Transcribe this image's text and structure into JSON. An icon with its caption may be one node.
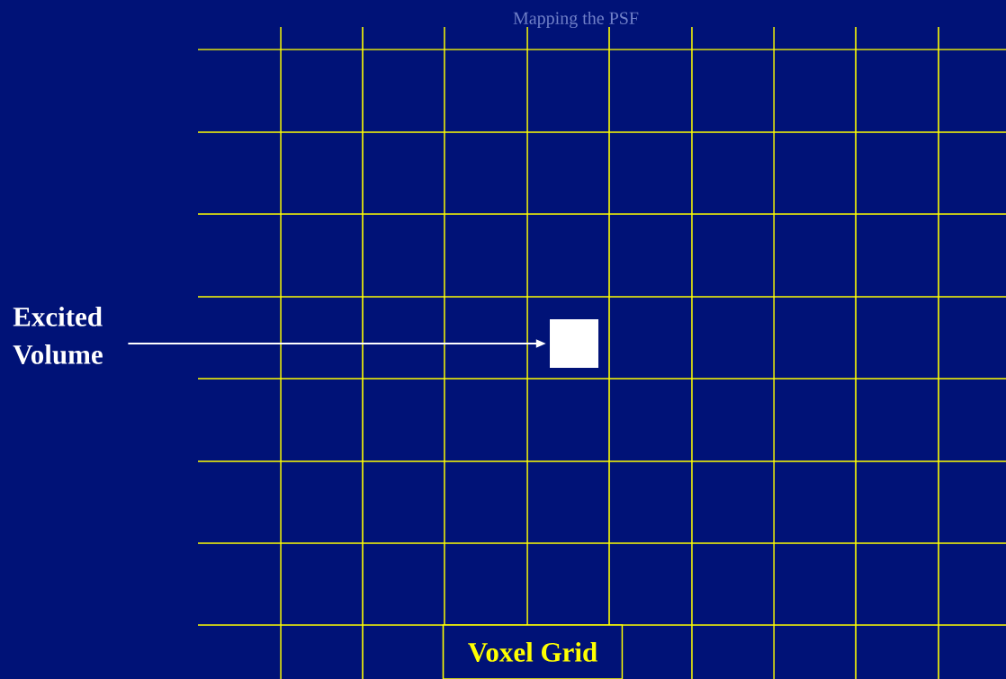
{
  "diagram": {
    "title": "Mapping the PSF",
    "nodes": [
      {
        "text": [
          "Excited Volume"
        ]
      },
      {
        "text": [],
        "shape": "box"
      },
      {
        "text": [
          "Voxel Grid"
        ]
      }
    ],
    "edges": [
      {
        "from": 0,
        "to": 1,
        "arrow": "to"
      }
    ]
  }
}
